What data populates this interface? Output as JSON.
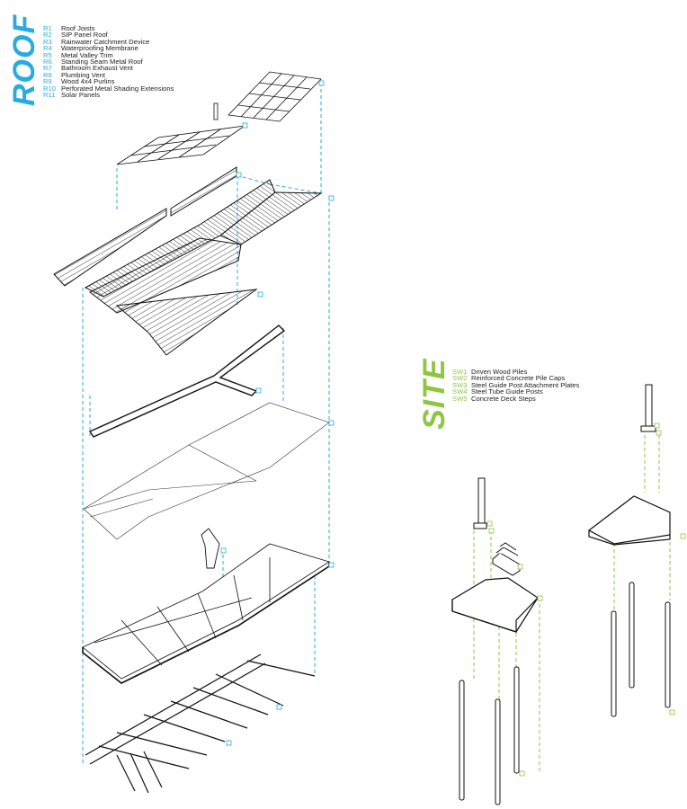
{
  "roof": {
    "title": "ROOF",
    "accent": "#29abe2",
    "legend": [
      {
        "code": "R1",
        "label": "Roof Joists"
      },
      {
        "code": "R2",
        "label": "SIP Panel Roof"
      },
      {
        "code": "R3",
        "label": "Rainwater Catchment Device"
      },
      {
        "code": "R4",
        "label": "Waterproofing Membrane"
      },
      {
        "code": "R5",
        "label": "Metal Valley Trim"
      },
      {
        "code": "R6",
        "label": "Standing Seam Metal Roof"
      },
      {
        "code": "R7",
        "label": "Bathroom Exhaust Vent"
      },
      {
        "code": "R8",
        "label": "Plumbing Vent"
      },
      {
        "code": "R9",
        "label": "Wood 4x4 Purlins"
      },
      {
        "code": "R10",
        "label": "Perforated Metal Shading Extensions"
      },
      {
        "code": "R11",
        "label": "Solar Panels"
      }
    ]
  },
  "site": {
    "title": "SITE",
    "accent": "#8dc63f",
    "legend": [
      {
        "code": "SW1",
        "label": "Driven Wood Piles"
      },
      {
        "code": "SW2",
        "label": "Reinforced Concrete Pile Caps"
      },
      {
        "code": "SW3",
        "label": "Steel Guide Post Attachment Plates"
      },
      {
        "code": "SW4",
        "label": "Steel Tube Guide Posts"
      },
      {
        "code": "SW5",
        "label": "Concrete Deck Steps"
      }
    ]
  }
}
